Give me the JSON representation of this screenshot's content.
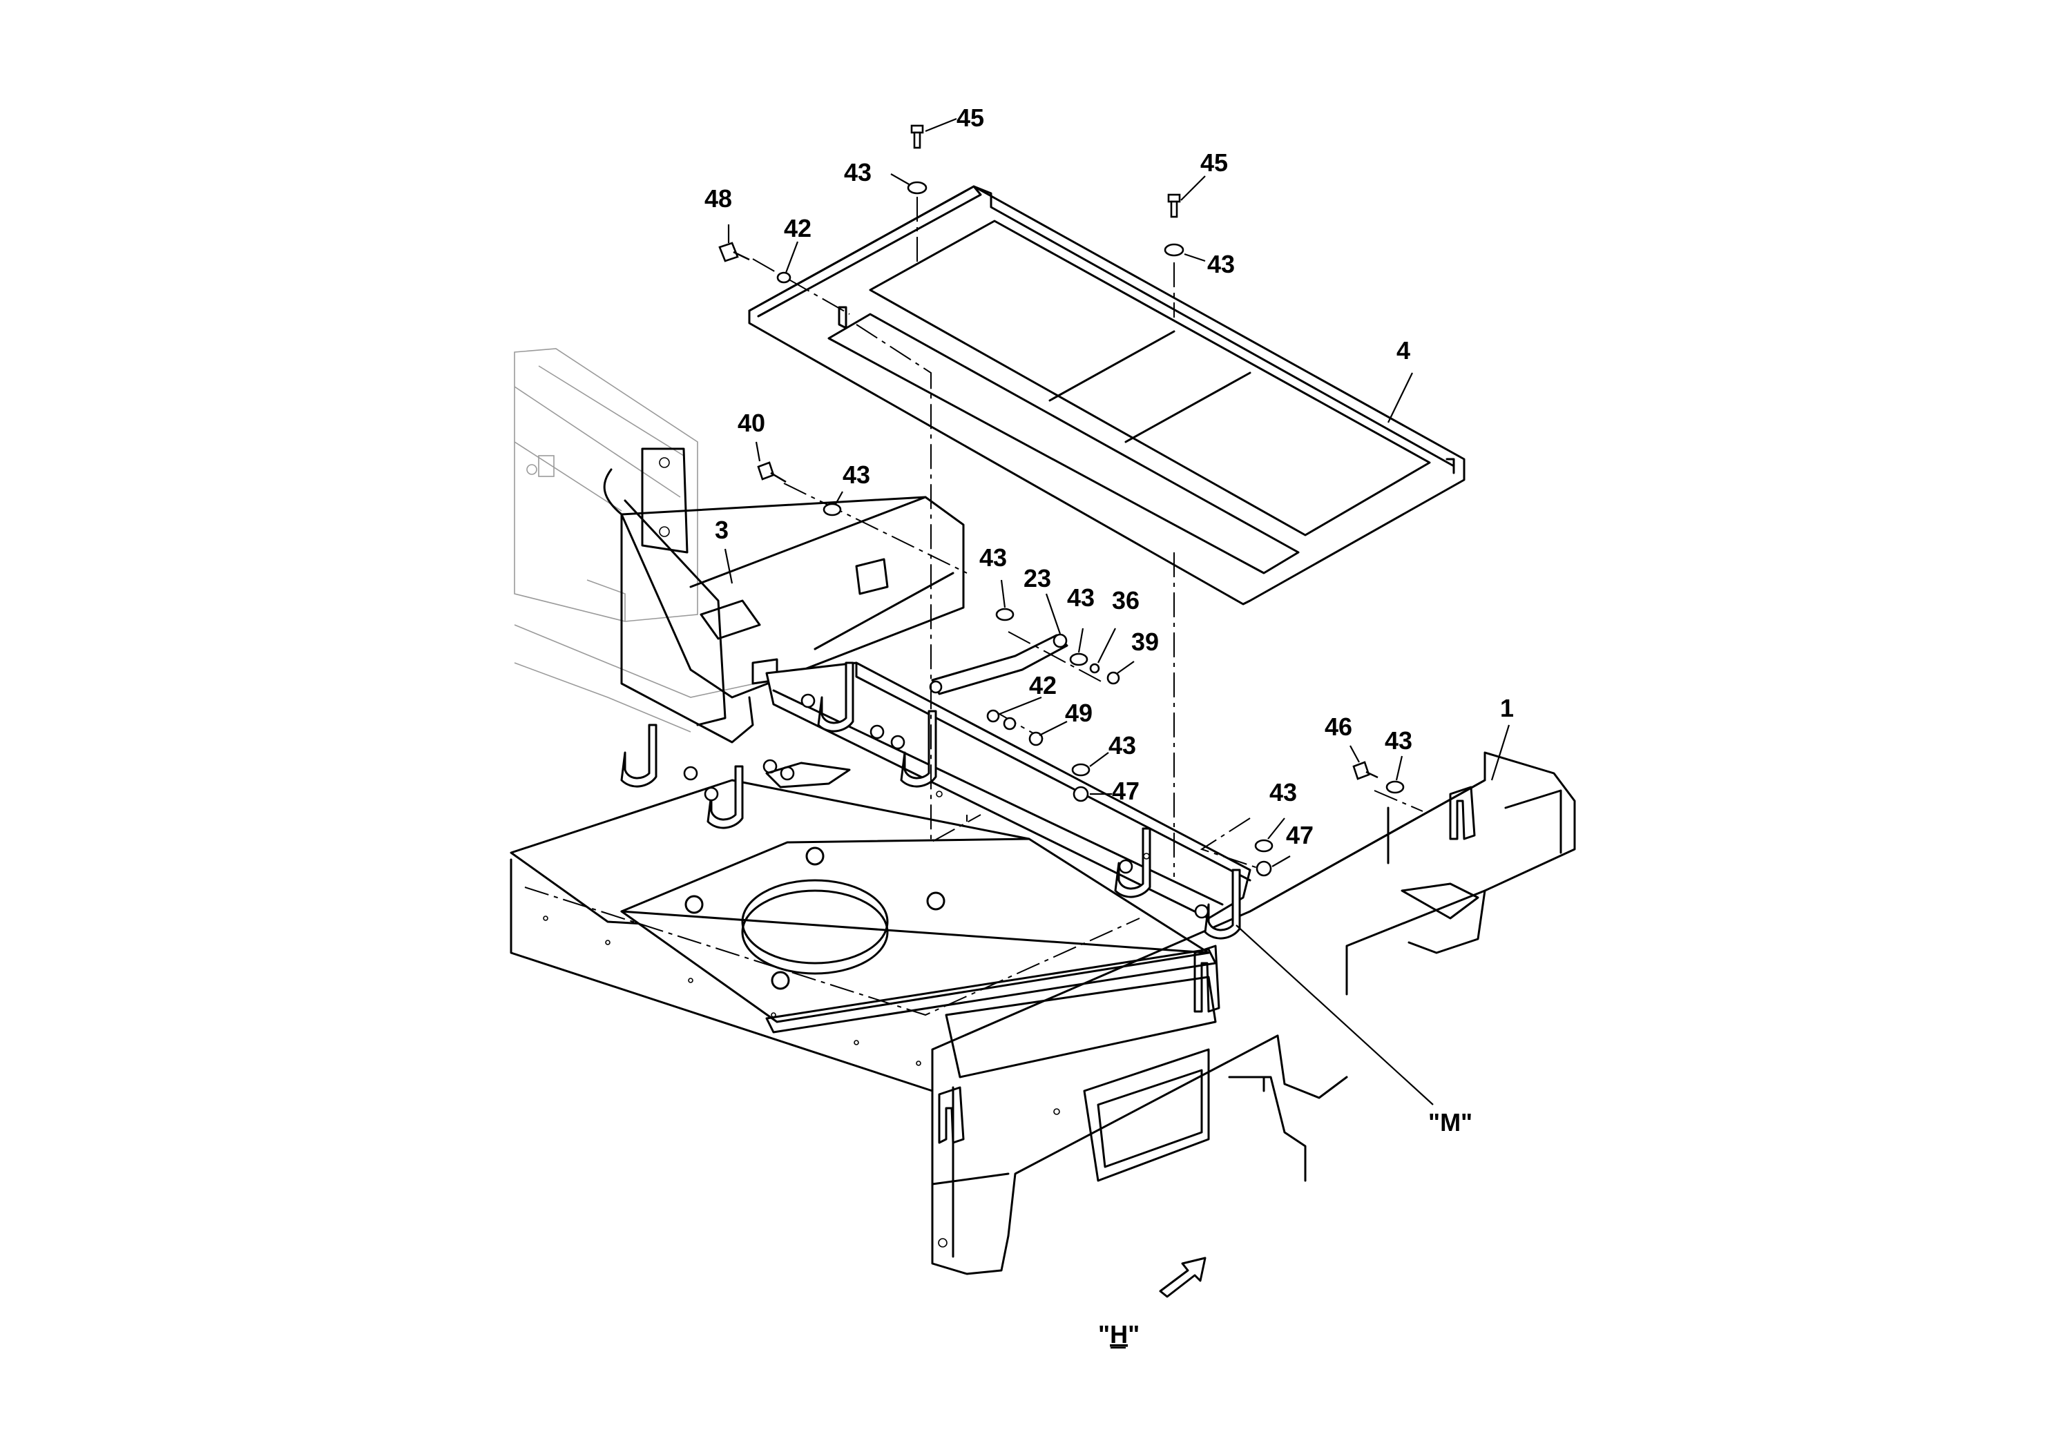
{
  "callouts": [
    {
      "id": "c45a",
      "text": "45"
    },
    {
      "id": "c43a",
      "text": "43"
    },
    {
      "id": "c48",
      "text": "48"
    },
    {
      "id": "c42a",
      "text": "42"
    },
    {
      "id": "c45b",
      "text": "45"
    },
    {
      "id": "c43b",
      "text": "43"
    },
    {
      "id": "c4",
      "text": "4"
    },
    {
      "id": "c40",
      "text": "40"
    },
    {
      "id": "c43c",
      "text": "43"
    },
    {
      "id": "c3",
      "text": "3"
    },
    {
      "id": "c43d",
      "text": "43"
    },
    {
      "id": "c23",
      "text": "23"
    },
    {
      "id": "c43e",
      "text": "43"
    },
    {
      "id": "c36",
      "text": "36"
    },
    {
      "id": "c39",
      "text": "39"
    },
    {
      "id": "c42b",
      "text": "42"
    },
    {
      "id": "c49",
      "text": "49"
    },
    {
      "id": "c43f",
      "text": "43"
    },
    {
      "id": "c47a",
      "text": "47"
    },
    {
      "id": "c46",
      "text": "46"
    },
    {
      "id": "c43g",
      "text": "43"
    },
    {
      "id": "c1",
      "text": "1"
    },
    {
      "id": "c43h",
      "text": "43"
    },
    {
      "id": "c47b",
      "text": "47"
    }
  ],
  "view_labels": {
    "detail": "\"M\"",
    "view_open": "\"",
    "view_letter": "H",
    "view_close": "\""
  }
}
